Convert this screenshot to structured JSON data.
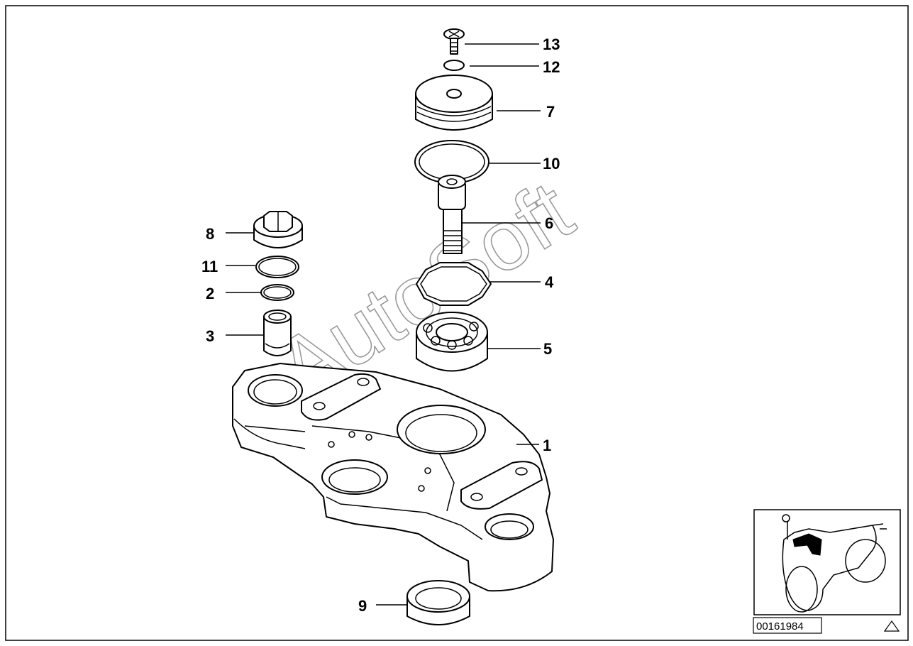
{
  "watermark": "AutoSoft",
  "diagram_code": "00161984",
  "callouts": {
    "c1": "1",
    "c2": "2",
    "c3": "3",
    "c4": "4",
    "c5": "5",
    "c6": "6",
    "c7": "7",
    "c8": "8",
    "c9": "9",
    "c10": "10",
    "c11": "11",
    "c12": "12",
    "c13": "13"
  },
  "icons": {
    "corner_mark": "triangle-outline-icon",
    "thumbnail": "motorcycle-thumbnail-icon"
  },
  "colors": {
    "line": "#000000",
    "watermark": "#9a9a9a",
    "background": "#ffffff"
  }
}
